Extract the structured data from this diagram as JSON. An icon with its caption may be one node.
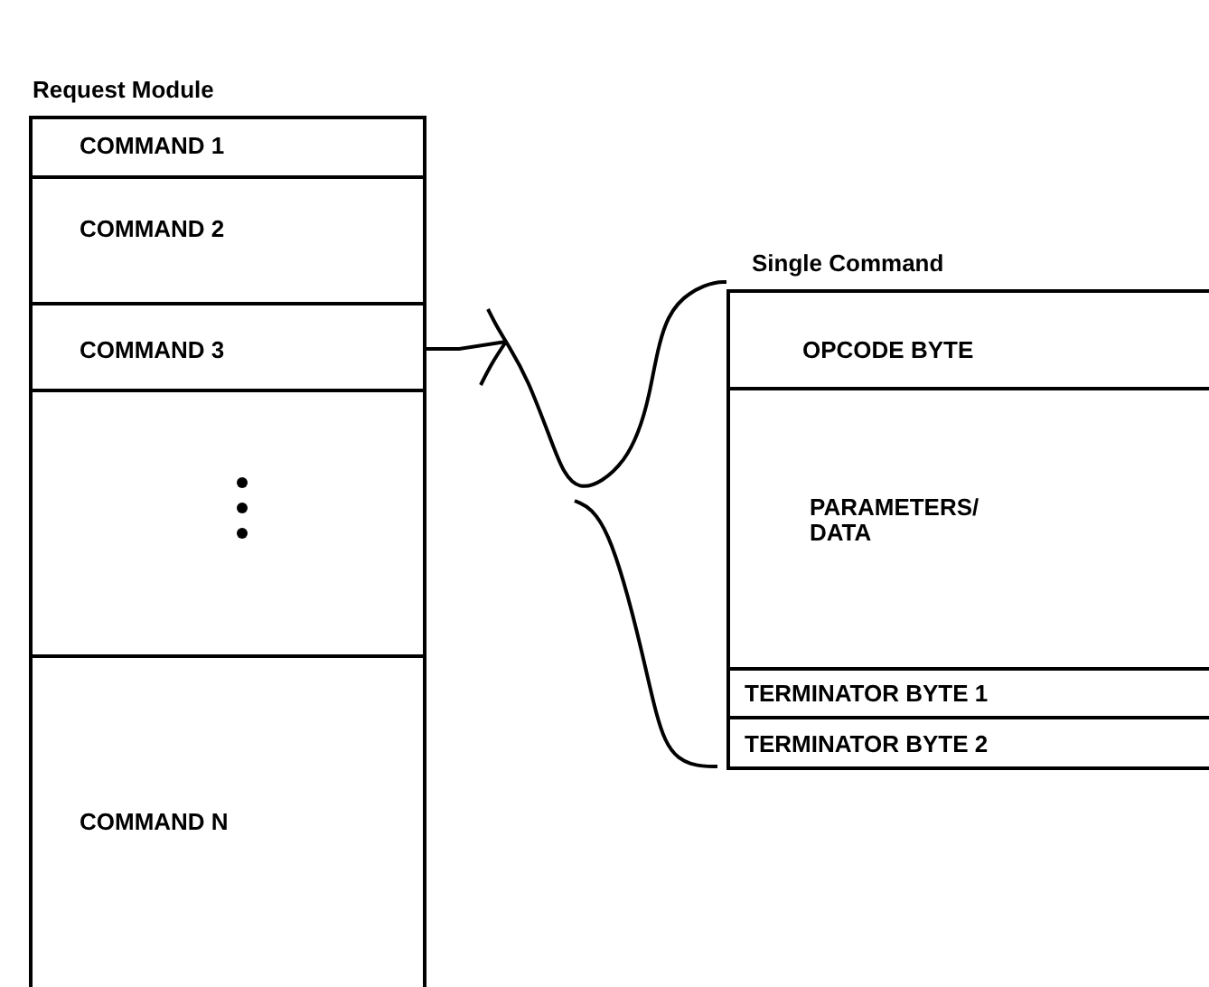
{
  "diagram": {
    "nodes": [
      {
        "text": [
          "Request Module"
        ]
      },
      {
        "text": [
          "COMMAND 1"
        ],
        "in": 0
      },
      {
        "text": [
          "COMMAND 2"
        ],
        "in": 0
      },
      {
        "text": [
          "COMMAND 3"
        ],
        "in": 0
      },
      {
        "text": [],
        "shape": "box",
        "in": 0
      },
      {
        "text": [
          "COMMAND N"
        ],
        "in": 0
      },
      {
        "text": [
          "Single Command"
        ]
      },
      {
        "text": [
          "OPCODE BYTE"
        ],
        "in": 6
      },
      {
        "text": [
          "PARAMETERS/ DATA"
        ],
        "in": 6
      },
      {
        "text": [
          "TERMINATOR BYTE 1"
        ],
        "in": 6
      },
      {
        "text": [
          "TERMINATOR BYTE 2"
        ],
        "in": 6
      }
    ],
    "edges": [
      {
        "from": 3,
        "to": 6,
        "arrow": "none"
      }
    ]
  }
}
